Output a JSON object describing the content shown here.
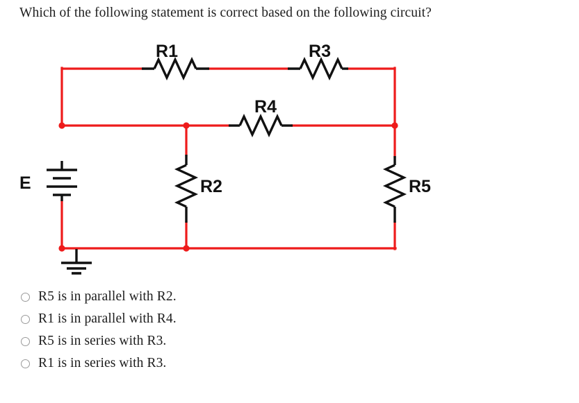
{
  "question": {
    "text": "Which of the following statement is correct based on the following circuit?"
  },
  "circuit": {
    "wire_color": "#ee1b1b",
    "component_color": "#111111",
    "junction_color": "#ee1b1b",
    "source_label": "E",
    "resistors": [
      {
        "id": "r1",
        "label": "R1",
        "orientation": "horizontal"
      },
      {
        "id": "r2",
        "label": "R2",
        "orientation": "vertical"
      },
      {
        "id": "r3",
        "label": "R3",
        "orientation": "horizontal"
      },
      {
        "id": "r4",
        "label": "R4",
        "orientation": "horizontal"
      },
      {
        "id": "r5",
        "label": "R5",
        "orientation": "vertical"
      }
    ],
    "symbols": [
      {
        "id": "battery",
        "name": "battery-symbol"
      },
      {
        "id": "ground",
        "name": "ground-symbol"
      }
    ]
  },
  "answers": {
    "options": [
      {
        "id": "opt1",
        "label": "R5 is in parallel with R2.",
        "selected": false
      },
      {
        "id": "opt2",
        "label": "R1 is in parallel with R4.",
        "selected": false
      },
      {
        "id": "opt3",
        "label": "R5 is in series with R3.",
        "selected": false
      },
      {
        "id": "opt4",
        "label": "R1 is in series with R3.",
        "selected": false
      }
    ]
  }
}
